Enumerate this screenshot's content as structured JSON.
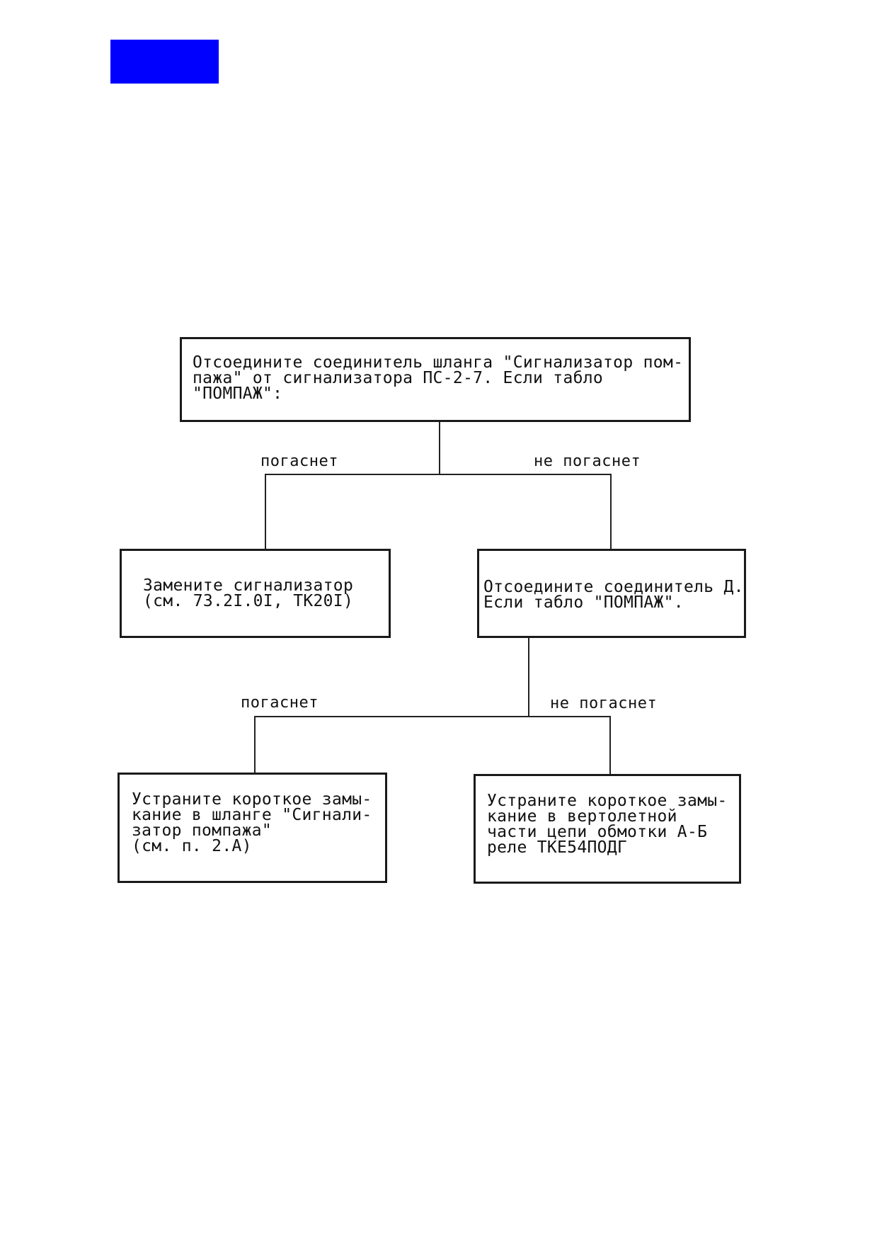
{
  "colors": {
    "marker": "#0000ff",
    "ink": "#1a1a1a"
  },
  "flowchart": {
    "start": {
      "text": "Отсоедините соединитель шланга \"Сигнализатор пом-\nпажа\" от сигнализатора ПС-2-7. Если табло\n\"ПОМПАЖ\":"
    },
    "branch1": {
      "left_label": "погаснет",
      "right_label": "не погаснет"
    },
    "replace_box": {
      "text": "Замените сигнализатор\n(см. 73.2I.0I, ТК20I)"
    },
    "disconnect_box": {
      "text": "Отсоедините соединитель Д.\nЕсли табло \"ПОМПАЖ\"."
    },
    "branch2": {
      "left_label": "погаснет",
      "right_label": "не погаснет"
    },
    "hose_box": {
      "text": "Устраните короткое замы-\nкание в шланге \"Сигнали-\nзатор помпажа\"\n(см. п. 2.А)"
    },
    "circuit_box": {
      "text": "Устраните короткое замы-\nкание в вертолетной\nчасти цепи обмотки А-Б\nреле ТКЕ54ПОДГ"
    }
  }
}
